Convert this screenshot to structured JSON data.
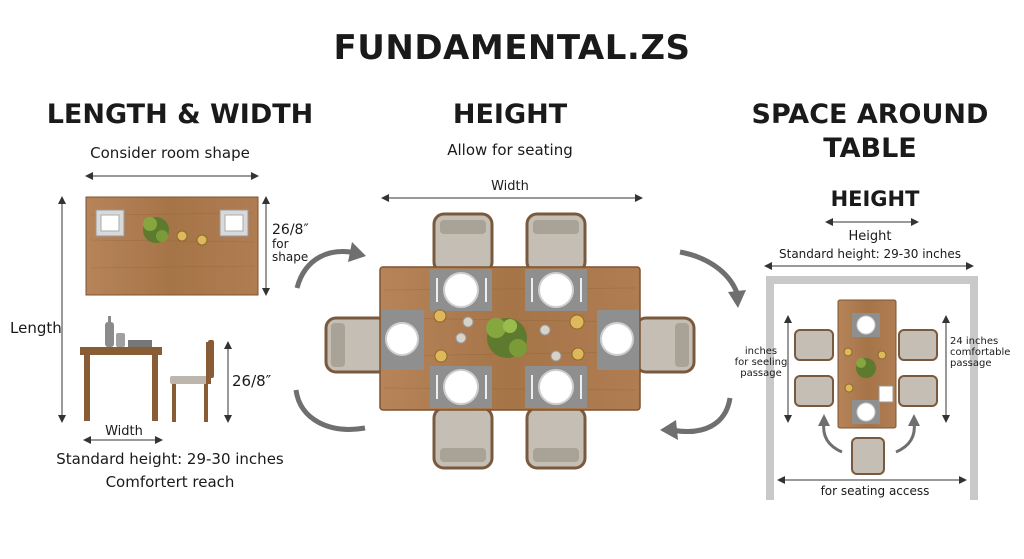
{
  "title": "FUNDAMENTAL.ZS",
  "left": {
    "heading": "LENGTH & WIDTH",
    "subtitle": "Consider room shape",
    "top_dim": "26/8″",
    "top_dim_note": "for\nshape",
    "length_label": "Length",
    "side_dim": "26/8″",
    "width_label": "Width",
    "standard_height": "Standard height: 29-30 inches",
    "reach": "Comfortert reach"
  },
  "middle": {
    "heading": "HEIGHT",
    "subtitle": "Allow for seating",
    "width_label": "Width"
  },
  "right": {
    "heading_line1": "SPACE AROUND",
    "heading_line2": "TABLE",
    "subheading": "HEIGHT",
    "height_label": "Height",
    "standard_height": "Standard height: 29-30 inches",
    "left_note": "inches\nfor seeling\npassage",
    "right_note": "24 inches\ncomfortable\npassage",
    "bottom_note": "for seating access"
  },
  "colors": {
    "wood": "#a9774b",
    "wood_dark": "#7d5431",
    "chair": "#c4beb5",
    "chair_frame": "#7a5a3e",
    "plate_mat": "#8f8f8f",
    "arrow": "#707070",
    "wall": "#c9c9c9"
  }
}
